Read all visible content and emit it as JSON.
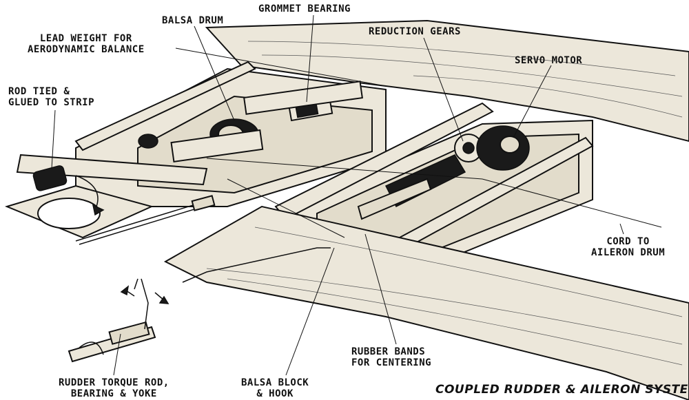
{
  "labels": {
    "grommet_bearing": "GROMMET BEARING",
    "balsa_drum": "BALSA DRUM",
    "lead_weight_1": "LEAD WEIGHT FOR",
    "lead_weight_2": "AERODYNAMIC BALANCE",
    "reduction_gears": "REDUCTION GEARS",
    "servo_motor": "SERVO MOTOR",
    "rod_tied_1": "ROD TIED &",
    "rod_tied_2": "GLUED TO STRIP",
    "cord_1": "CORD TO",
    "cord_2": "AILERON DRUM",
    "rubber_bands_1": "RUBBER BANDS",
    "rubber_bands_2": "FOR CENTERING",
    "rudder_1": "RUDDER TORQUE ROD,",
    "rudder_2": "BEARING & YOKE",
    "balsa_block_1": "BALSA BLOCK",
    "balsa_block_2": "& HOOK"
  },
  "caption": "COUPLED RUDDER & AILERON SYSTEM"
}
